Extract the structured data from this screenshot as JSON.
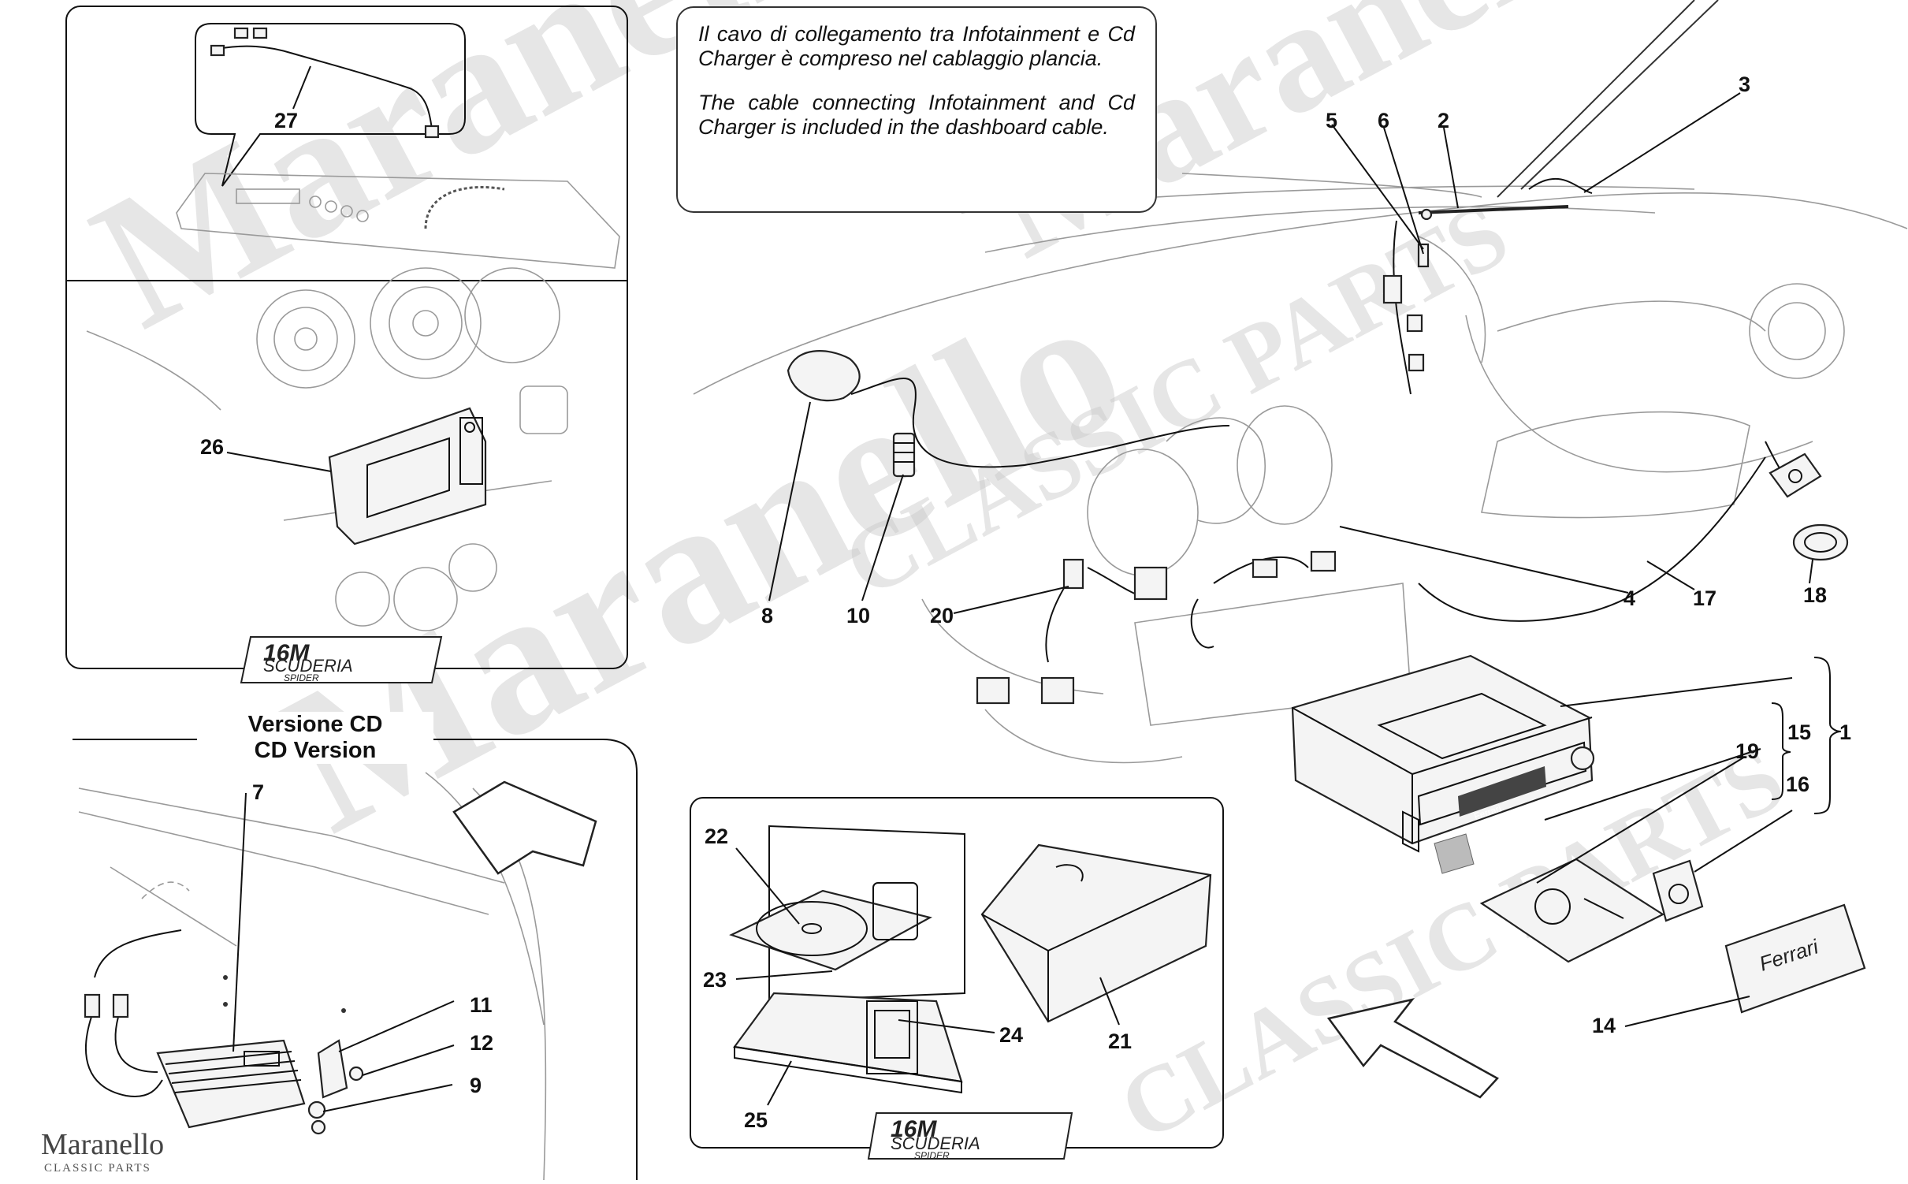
{
  "note": {
    "italian": "Il cavo di collegamento tra Infotainment e Cd Charger è compreso nel cablaggio plancia.",
    "english": "The cable connecting Infotainment and Cd Charger is included in the dashboard cable."
  },
  "cd_version": {
    "line1": "Versione CD",
    "line2": "CD Version"
  },
  "logo": {
    "model": "16M",
    "line1": "SCUDERIA",
    "line2": "SPIDER"
  },
  "stereo_brand": "Ferrari",
  "watermark": {
    "brand": "Maranello",
    "sub": "CLASSIC PARTS",
    "repeat": "Maranello CLASSIC PARTS"
  },
  "callouts": {
    "c1": "1",
    "c2": "2",
    "c3": "3",
    "c4": "4",
    "c5": "5",
    "c6": "6",
    "c7": "7",
    "c8": "8",
    "c9": "9",
    "c10": "10",
    "c11": "11",
    "c12": "12",
    "c14": "14",
    "c15": "15",
    "c16": "16",
    "c17": "17",
    "c18": "18",
    "c19": "19",
    "c20": "20",
    "c21": "21",
    "c22": "22",
    "c23": "23",
    "c24": "24",
    "c25": "25",
    "c26": "26",
    "c27": "27"
  }
}
